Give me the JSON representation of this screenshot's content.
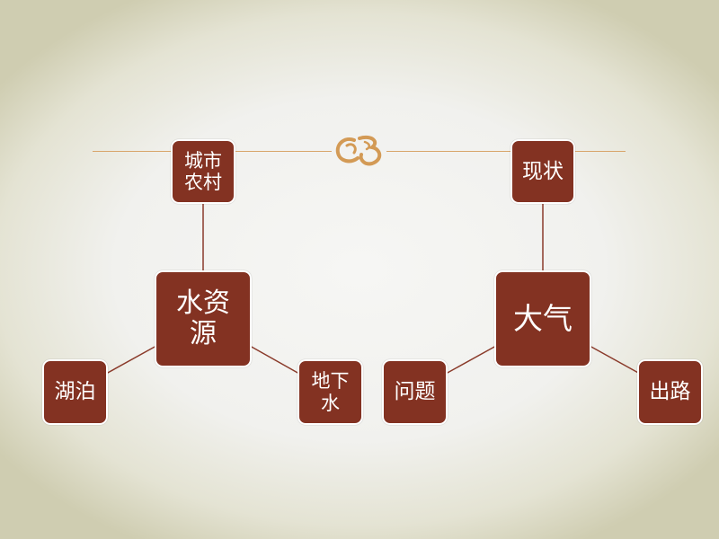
{
  "colors": {
    "node_fill": "#833222",
    "node_border": "#ffffff",
    "connector": "#8a3a2a",
    "accent_line": "#d8a56a"
  },
  "ornament": {
    "icon": "flourish-ornament-icon"
  },
  "left_cluster": {
    "center": "水资\n源",
    "top": "城市\n农村",
    "left": "湖泊",
    "right": "地下\n水"
  },
  "right_cluster": {
    "center": "大气",
    "top": "现状",
    "left": "问题",
    "right": "出路"
  }
}
